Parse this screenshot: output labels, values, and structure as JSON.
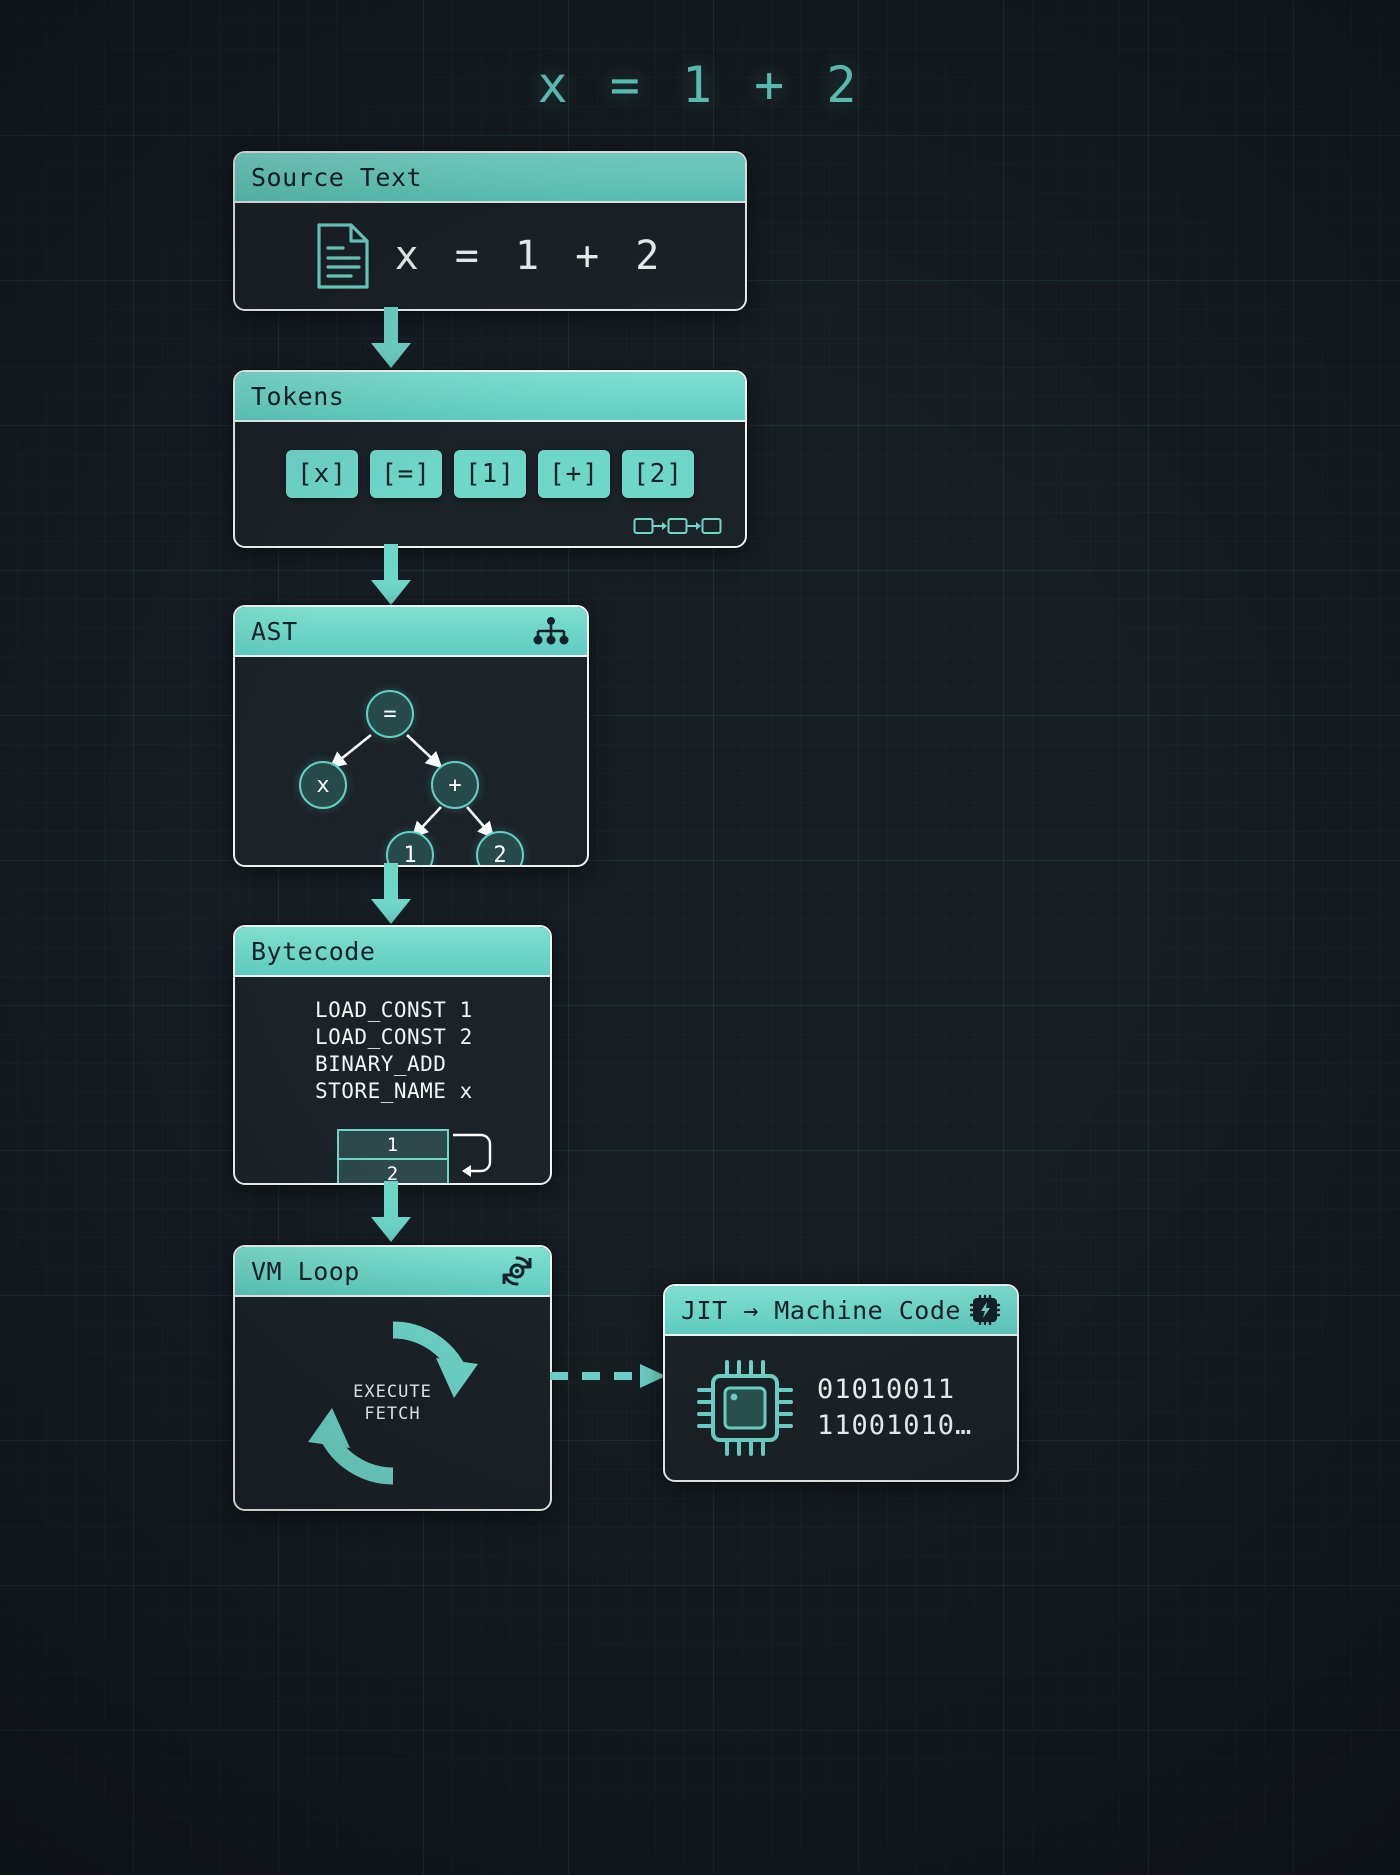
{
  "title": "x = 1 + 2",
  "theme": {
    "background": "#161d23",
    "accent": "#6fd6ca",
    "header_text": "#15212a",
    "body_text": "#f2f7f7",
    "border": "#eef4f3",
    "card_bg": "#1b2228",
    "node_fill": "#274b4b"
  },
  "cards": {
    "source": {
      "header": "Source Text",
      "icon": "document-icon",
      "code": "x = 1 + 2"
    },
    "tokens": {
      "header": "Tokens",
      "chips": [
        "[x]",
        "[=]",
        "[1]",
        "[+]",
        "[2]"
      ],
      "icon": "token-flow-icon"
    },
    "ast": {
      "header": "AST",
      "icon": "tree-icon",
      "nodes": [
        {
          "label": "=",
          "role": "root"
        },
        {
          "label": "x",
          "role": "left-child"
        },
        {
          "label": "+",
          "role": "right-child"
        },
        {
          "label": "1",
          "role": "plus-left"
        },
        {
          "label": "2",
          "role": "plus-right"
        }
      ]
    },
    "bytecode": {
      "header": "Bytecode",
      "lines": [
        "LOAD_CONST 1",
        "LOAD_CONST 2",
        "BINARY_ADD",
        "STORE_NAME x"
      ],
      "stack": [
        "1",
        "2"
      ]
    },
    "vm": {
      "header": "VM Loop",
      "icon": "cycle-gear-icon",
      "loop_line1": "EXECUTE",
      "loop_line2": "FETCH"
    },
    "jit": {
      "header": "JIT → Machine Code",
      "icon": "chip-bolt-icon",
      "binary_line1": "01010011",
      "binary_line2": "11001010…"
    }
  },
  "arrows": [
    {
      "from": "source",
      "to": "tokens",
      "style": "solid"
    },
    {
      "from": "tokens",
      "to": "ast",
      "style": "solid"
    },
    {
      "from": "ast",
      "to": "bytecode",
      "style": "solid"
    },
    {
      "from": "bytecode",
      "to": "vm",
      "style": "solid"
    },
    {
      "from": "vm",
      "to": "jit",
      "style": "dashed"
    }
  ]
}
